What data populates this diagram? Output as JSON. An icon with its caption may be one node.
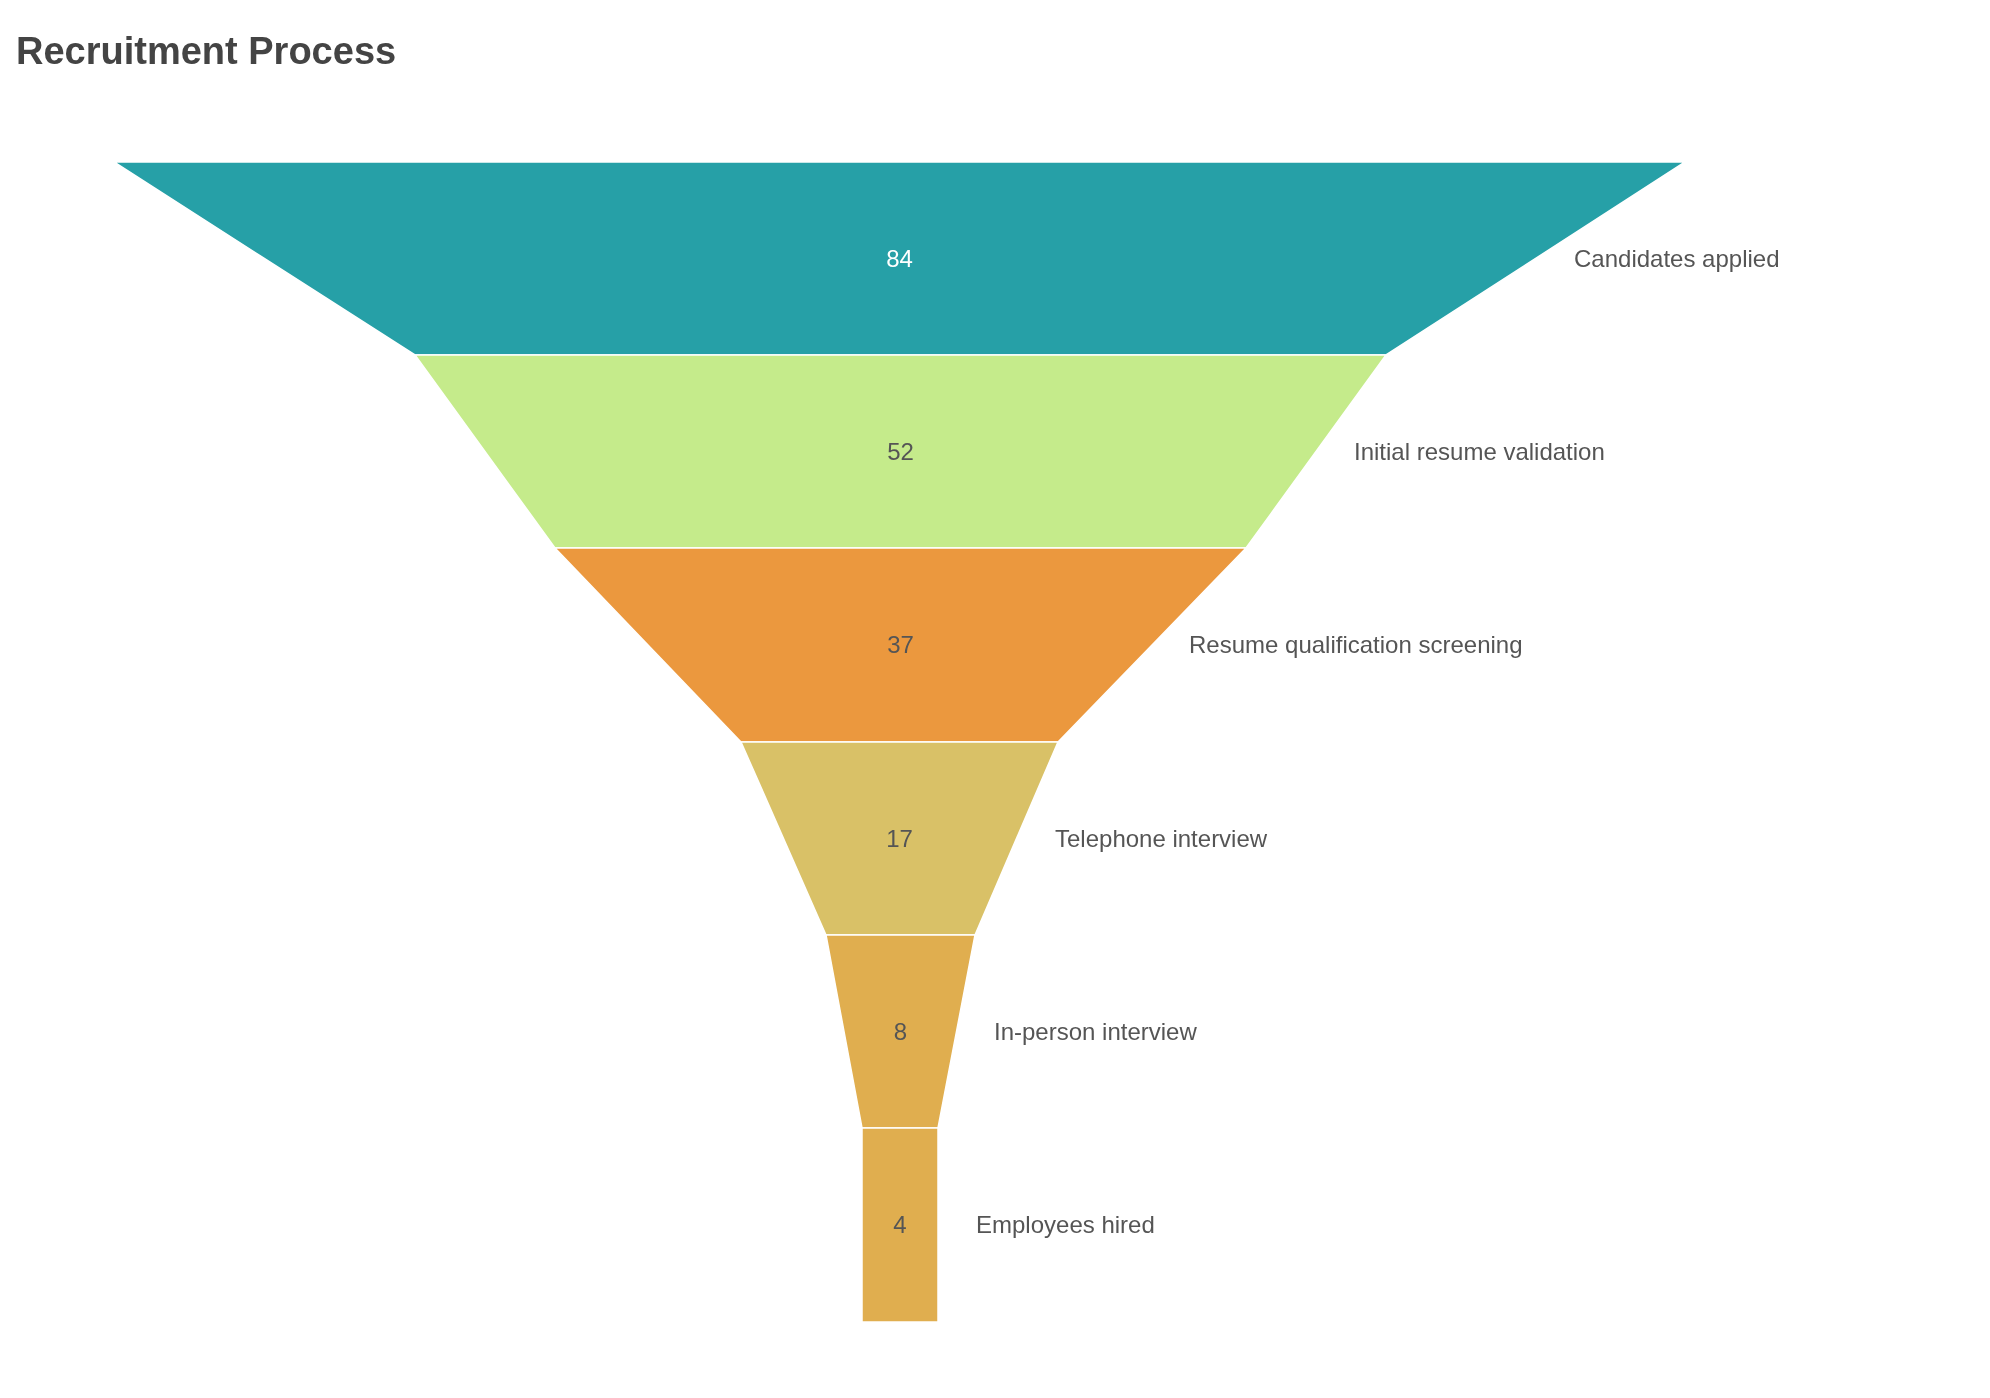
{
  "diagram": {
    "title": "Recruitment Process",
    "nodes": [
      {
        "text": [
          "84"
        ],
        "beside": [
          "Candidates applied"
        ]
      },
      {
        "text": [
          "52"
        ],
        "beside": [
          "Initial resume validation"
        ]
      },
      {
        "text": [
          "37"
        ],
        "beside": [
          "Resume qualification screening"
        ]
      },
      {
        "text": [
          "17"
        ],
        "beside": [
          "Telephone interview"
        ]
      },
      {
        "text": [
          "8"
        ],
        "beside": [
          "In-person interview"
        ]
      },
      {
        "text": [
          "4"
        ],
        "beside": [
          "Employees hired"
        ]
      }
    ]
  }
}
